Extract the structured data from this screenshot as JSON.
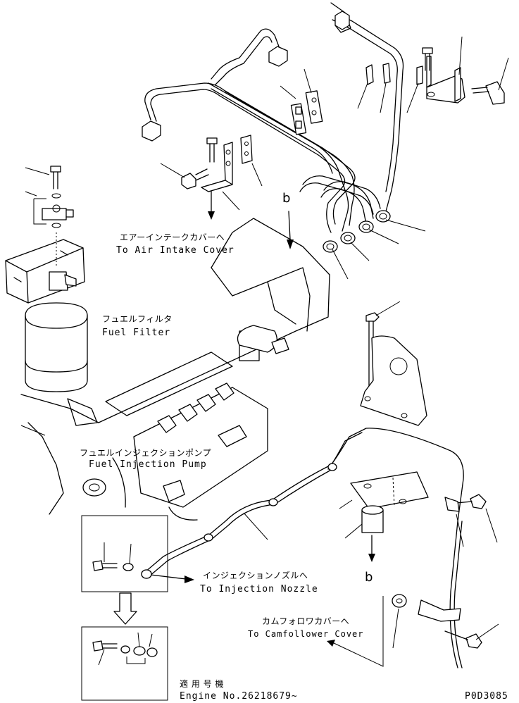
{
  "labels": {
    "air_intake_jp": "エアーインテークカバーへ",
    "air_intake_en": "To Air Intake Cover",
    "fuel_filter_jp": "フュエルフィルタ",
    "fuel_filter_en": "Fuel Filter",
    "injection_pump_jp": "フュエルインジェクションポンプ",
    "injection_pump_en": "Fuel Injection Pump",
    "injection_nozzle_jp": "インジェクションノズルへ",
    "injection_nozzle_en": "To Injection Nozzle",
    "camfollower_jp": "カムフォロワカバーへ",
    "camfollower_en": "To Camfollower Cover",
    "applicable_jp": "適 用 号 機",
    "engine_no": "Engine No.26218679~",
    "drawing_id": "P0D3085",
    "ref_b_top": "b",
    "ref_b_bottom": "b"
  },
  "colors": {
    "line": "#000000",
    "background": "#ffffff"
  }
}
